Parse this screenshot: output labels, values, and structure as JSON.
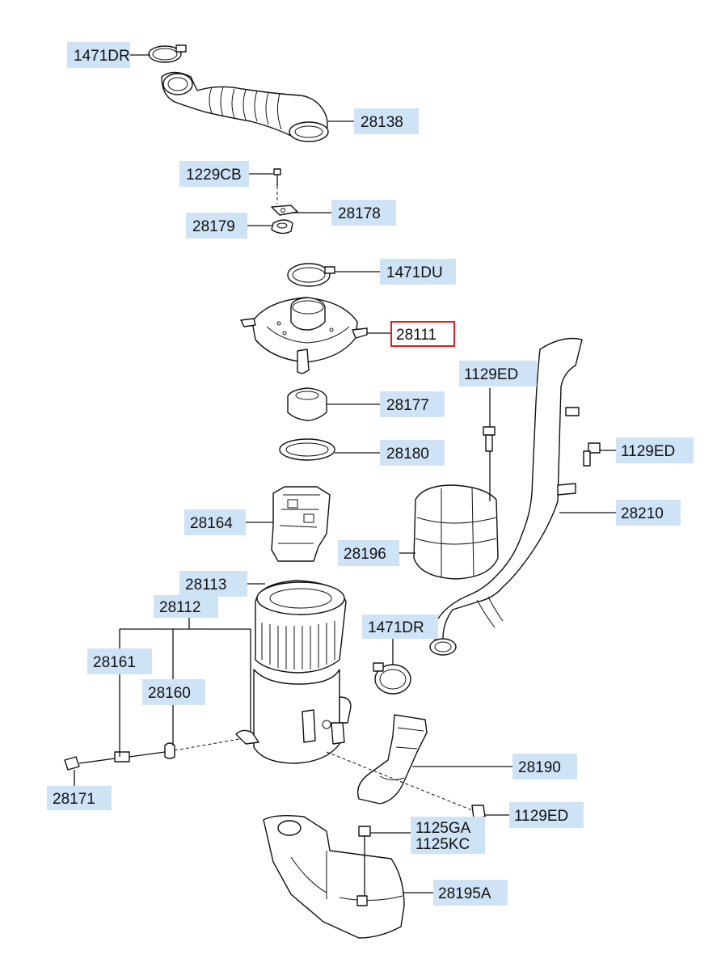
{
  "callouts": [
    {
      "id": "c1",
      "text": "1471DR"
    },
    {
      "id": "c2",
      "text": "28138"
    },
    {
      "id": "c3",
      "text": "1229CB"
    },
    {
      "id": "c4",
      "text": "28178"
    },
    {
      "id": "c5",
      "text": "28179"
    },
    {
      "id": "c6",
      "text": "1471DU"
    },
    {
      "id": "c7",
      "text": "28111",
      "highlighted": true
    },
    {
      "id": "c8",
      "text": "1129ED"
    },
    {
      "id": "c9",
      "text": "28177"
    },
    {
      "id": "c10",
      "text": "1129ED"
    },
    {
      "id": "c11",
      "text": "28180"
    },
    {
      "id": "c12",
      "text": "28210"
    },
    {
      "id": "c13",
      "text": "28164"
    },
    {
      "id": "c14",
      "text": "28196"
    },
    {
      "id": "c15",
      "text": "28113"
    },
    {
      "id": "c16",
      "text": "28112"
    },
    {
      "id": "c17",
      "text": "1471DR"
    },
    {
      "id": "c18",
      "text": "28161"
    },
    {
      "id": "c19",
      "text": "28160"
    },
    {
      "id": "c20",
      "text": "28190"
    },
    {
      "id": "c21",
      "text": "28171"
    },
    {
      "id": "c22",
      "text": "1129ED"
    },
    {
      "id": "c23",
      "text": "1125GA"
    },
    {
      "id": "c24",
      "text": "1125KC"
    },
    {
      "id": "c25",
      "text": "28195A"
    }
  ],
  "colors": {
    "label_fill": "#cfe3f7",
    "highlight_border": "#e02020",
    "line": "#111111"
  }
}
